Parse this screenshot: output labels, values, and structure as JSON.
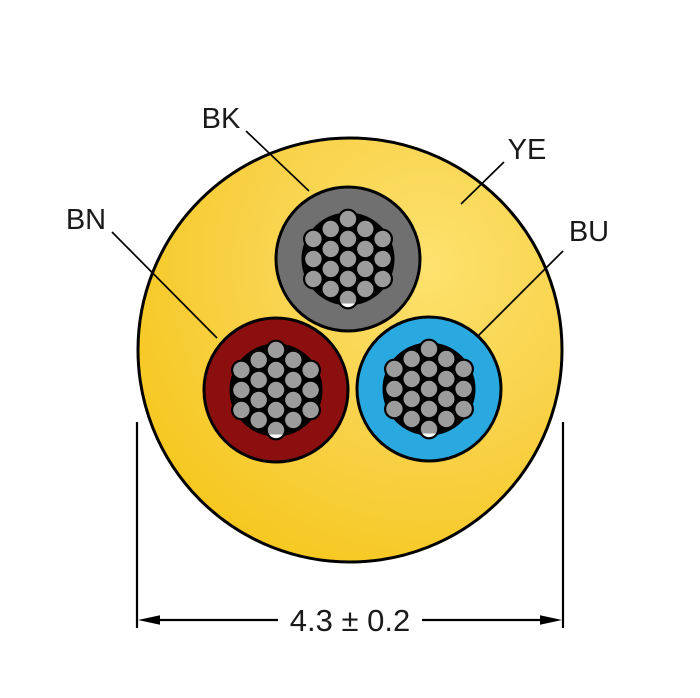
{
  "cable": {
    "jacket": {
      "label": "YE",
      "color_outer": "#F6C513",
      "color_mid": "#F8D147",
      "color_highlight": "#FDE26E",
      "outline_color": "#000000"
    },
    "conductors": [
      {
        "label": "BK",
        "insulation_color": "#707070"
      },
      {
        "label": "BN",
        "insulation_color": "#8B0F0F"
      },
      {
        "label": "BU",
        "insulation_color": "#2AA9E1"
      }
    ],
    "strand": {
      "count_per_conductor": 19,
      "color": "#9C9C9C",
      "core_color": "#000000",
      "highlight_color": "#FFFFFF"
    },
    "dimension": {
      "label": "4.3 ± 0.2"
    }
  }
}
